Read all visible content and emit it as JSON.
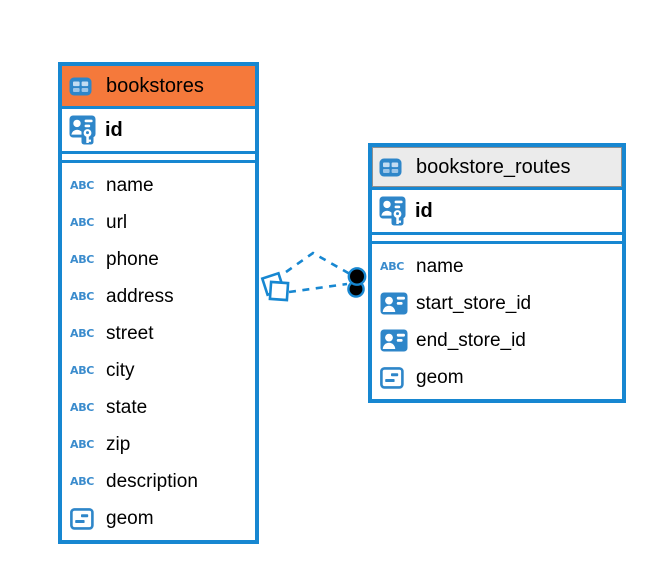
{
  "diagram": {
    "kind": "entity-relationship",
    "background": "#ffffff"
  },
  "colors": {
    "table_border": "#1787d1",
    "bookstores_header": "#f5793b",
    "routes_header": "#ebebeb",
    "relation_line": "#1787d1",
    "icon_blue": "#2e86c9",
    "text": "#000000"
  },
  "tables": [
    {
      "title": "bookstores",
      "header_icon": "table-icon",
      "header_color": "#f5793b",
      "primary_key": {
        "name": "id",
        "icon": "person-key-icon"
      },
      "columns": [
        {
          "name": "name",
          "icon": "abc-text-icon",
          "type": "text"
        },
        {
          "name": "url",
          "icon": "abc-text-icon",
          "type": "text"
        },
        {
          "name": "phone",
          "icon": "abc-text-icon",
          "type": "text"
        },
        {
          "name": "address",
          "icon": "abc-text-icon",
          "type": "text"
        },
        {
          "name": "street",
          "icon": "abc-text-icon",
          "type": "text"
        },
        {
          "name": "city",
          "icon": "abc-text-icon",
          "type": "text"
        },
        {
          "name": "state",
          "icon": "abc-text-icon",
          "type": "text"
        },
        {
          "name": "zip",
          "icon": "abc-text-icon",
          "type": "text"
        },
        {
          "name": "description",
          "icon": "abc-text-icon",
          "type": "text"
        },
        {
          "name": "geom",
          "icon": "geometry-icon",
          "type": "geometry"
        }
      ]
    },
    {
      "title": "bookstore_routes",
      "header_icon": "table-icon",
      "header_color": "#ebebeb",
      "primary_key": {
        "name": "id",
        "icon": "person-key-icon"
      },
      "columns": [
        {
          "name": "name",
          "icon": "abc-text-icon",
          "type": "text"
        },
        {
          "name": "start_store_id",
          "icon": "person-card-icon",
          "type": "reference"
        },
        {
          "name": "end_store_id",
          "icon": "person-card-icon",
          "type": "reference"
        },
        {
          "name": "geom",
          "icon": "geometry-icon",
          "type": "geometry"
        }
      ]
    }
  ],
  "relation": {
    "style": "dashed",
    "line_count": 2,
    "source_table": "bookstore_routes",
    "target_table": "bookstores",
    "source_marker": "stacked-filled-circles",
    "target_marker": "stacked-overlapping-squares",
    "color": "#1787d1"
  },
  "icons": {
    "table": "table-icon",
    "primary_key": "person-key-icon",
    "foreign_ref": "person-card-icon",
    "text_type": "abc-text-icon",
    "geometry_type": "geometry-icon"
  }
}
